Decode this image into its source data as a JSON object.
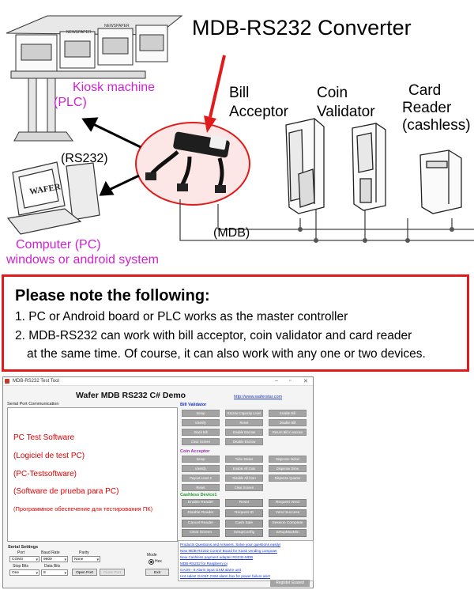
{
  "diagram": {
    "title": "MDB-RS232 Converter",
    "kiosk_label": [
      "Kiosk machine",
      "(PLC)"
    ],
    "rs232_label": "(RS232)",
    "pc_label": [
      "Computer (PC)",
      "windows or android system"
    ],
    "mdb_label": "(MDB)",
    "bill_label": [
      "Bill",
      "Acceptor"
    ],
    "coin_label": [
      "Coin",
      "Validator"
    ],
    "card_label": [
      "Card",
      "Reader",
      "(cashless)"
    ],
    "kiosk_sign": "NEWSPAPER",
    "pc_brand": "WAFER",
    "colors": {
      "magenta": "#d21fd2",
      "red_arrow": "#e11b1b",
      "note_border": "#e11b1b"
    }
  },
  "note": {
    "heading": "Please note the following:",
    "line1": "1. PC or Android board or PLC works as the master controller",
    "line2": "2. MDB-RS232 can work with bill acceptor, coin validator and card reader",
    "line3": "at the same time. Of course, it can also work with any one or two devices."
  },
  "app": {
    "window_title": "MDB-RS232 Test Tool",
    "heading": "Wafer MDB RS232 C# Demo",
    "url": "http://www.waferstar.com",
    "serial_comm_label": "Serial Port Communication",
    "comm_lines": [
      "PC Test Software",
      "(Logiciel de test PC)",
      "(PC-Testsoftware)",
      "(Software de prueba para PC)",
      "(Программное обеспечение для тестирования ПК)"
    ],
    "bill_validator": {
      "title": "Bill Validator",
      "buttons": [
        "Setup",
        "Escrow Capacity Level",
        "Enable Bill",
        "Identify",
        "Reset",
        "Disable Bill",
        "Stack Bill",
        "Enable Escrow",
        "Return Bill in escrow",
        "Clear Screen",
        "Disable Escrow"
      ]
    },
    "coin_acceptor": {
      "title": "Coin Acceptor",
      "buttons": [
        "Setup",
        "Tube Status",
        "Dispense Nickel",
        "Identify",
        "Enable All Coin",
        "Dispense Dime",
        "Payout Level 2",
        "Disable All Coin",
        "Dispense Quarter",
        "Reset",
        "Clear Screen"
      ]
    },
    "cashless": {
      "title": "Cashless Device1",
      "buttons": [
        "Enable Reader",
        "Reset",
        "Request Vend",
        "Disable Reader",
        "Request ID",
        "Vend Success",
        "Cancel Reader",
        "Cash Sale",
        "Session Complete",
        "Clear Screen",
        "SetupConfig",
        "SetupMaxMin"
      ]
    },
    "links": [
      "Products Questions and Answers. Solve your questions easily!",
      "New MDB-RS232 Control Board for Kiosk vending computer",
      "New Cashless payment adapter RS232-MDB",
      "MDB-RS232 for Raspberry pi",
      "GAO9 - 8 Alarm input GSM alarm unit",
      "Hot sales! GA01F GSM alarm box for power failure alert"
    ],
    "register_button": "Register Erased",
    "serial_settings": {
      "title": "Serial Settings",
      "port_label": "Port",
      "port_value": "COM3",
      "baud_label": "Baud Rate",
      "baud_value": "9600",
      "parity_label": "Parity",
      "parity_value": "None",
      "stop_label": "Stop Bits",
      "stop_value": "One",
      "data_label": "Data Bits",
      "data_value": "8",
      "open_port": "Open Port",
      "close_port": "Close Port",
      "mode_label": "Mode",
      "mode_value": "Hex",
      "exit": "Exit"
    }
  }
}
